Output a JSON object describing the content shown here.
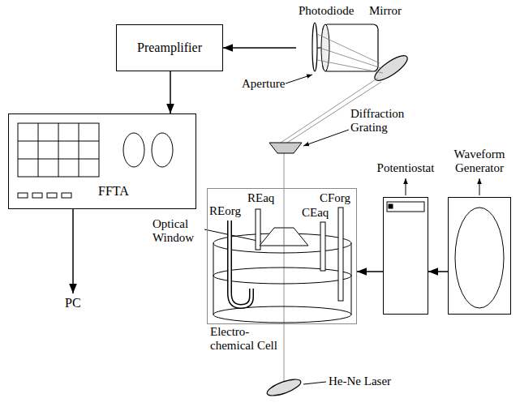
{
  "diagram": {
    "nodes": [
      {
        "text": [
          "Preamplifier"
        ]
      },
      {
        "text": [
          "Photodiode"
        ]
      },
      {
        "text": [
          "FFTA"
        ]
      },
      {
        "text": [
          "PC"
        ]
      },
      {
        "text": [
          "Electro- chemical Cell"
        ]
      },
      {
        "text": [
          "Potentiostat"
        ]
      },
      {
        "text": [
          "Waveform Generator"
        ]
      }
    ],
    "edges": [
      {
        "from": 1,
        "to": 0,
        "arrow": "to"
      },
      {
        "from": 0,
        "to": 2,
        "arrow": "to"
      },
      {
        "from": 2,
        "to": 3,
        "arrow": "to"
      },
      {
        "from": 5,
        "to": 4,
        "arrow": "to"
      },
      {
        "from": 6,
        "to": 5,
        "arrow": "to"
      }
    ],
    "labels": [
      "Mirror",
      "Aperture",
      "Diffraction Grating",
      "Optical Window",
      "REaq",
      "CForg",
      "REorg",
      "CEaq",
      "He-Ne Laser"
    ]
  }
}
